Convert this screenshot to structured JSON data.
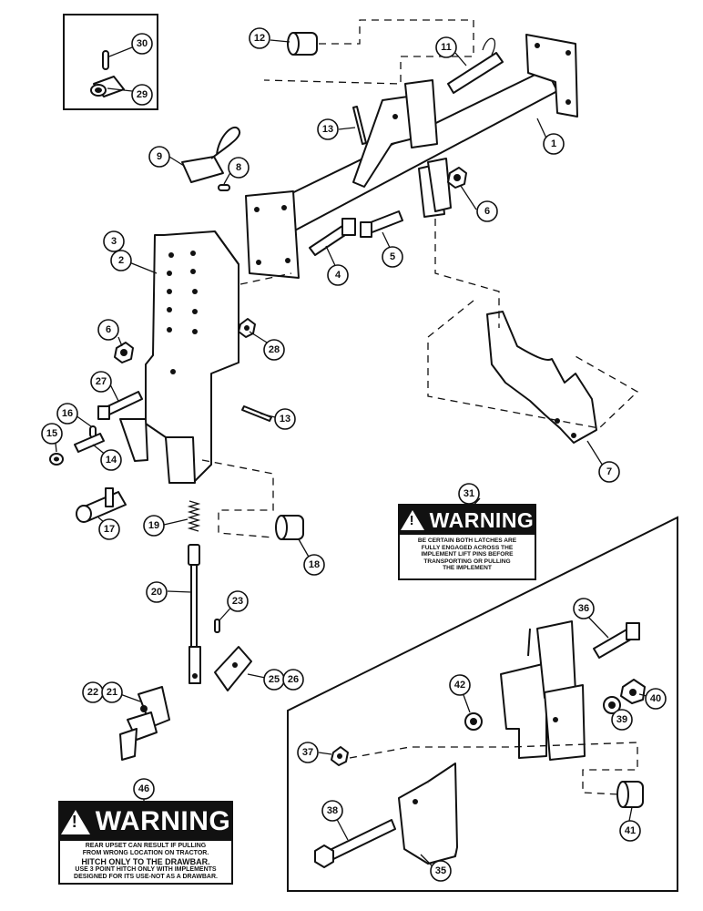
{
  "callouts": [
    {
      "id": "c30",
      "label": "30"
    },
    {
      "id": "c29",
      "label": "29"
    },
    {
      "id": "c12",
      "label": "12"
    },
    {
      "id": "c11",
      "label": "11"
    },
    {
      "id": "c13a",
      "label": "13"
    },
    {
      "id": "c1",
      "label": "1"
    },
    {
      "id": "c9",
      "label": "9"
    },
    {
      "id": "c8",
      "label": "8"
    },
    {
      "id": "c6a",
      "label": "6"
    },
    {
      "id": "c3",
      "label": "3"
    },
    {
      "id": "c2",
      "label": "2"
    },
    {
      "id": "c5",
      "label": "5"
    },
    {
      "id": "c4",
      "label": "4"
    },
    {
      "id": "c6b",
      "label": "6"
    },
    {
      "id": "c28",
      "label": "28"
    },
    {
      "id": "c27",
      "label": "27"
    },
    {
      "id": "c16",
      "label": "16"
    },
    {
      "id": "c15",
      "label": "15"
    },
    {
      "id": "c14",
      "label": "14"
    },
    {
      "id": "c13b",
      "label": "13"
    },
    {
      "id": "c7",
      "label": "7"
    },
    {
      "id": "c31",
      "label": "31"
    },
    {
      "id": "c17",
      "label": "17"
    },
    {
      "id": "c19",
      "label": "19"
    },
    {
      "id": "c18",
      "label": "18"
    },
    {
      "id": "c20",
      "label": "20"
    },
    {
      "id": "c23",
      "label": "23"
    },
    {
      "id": "c36",
      "label": "36"
    },
    {
      "id": "c25",
      "label": "25"
    },
    {
      "id": "c26",
      "label": "26"
    },
    {
      "id": "c22",
      "label": "22"
    },
    {
      "id": "c21",
      "label": "21"
    },
    {
      "id": "c42",
      "label": "42"
    },
    {
      "id": "c40",
      "label": "40"
    },
    {
      "id": "c39",
      "label": "39"
    },
    {
      "id": "c37",
      "label": "37"
    },
    {
      "id": "c46",
      "label": "46"
    },
    {
      "id": "c38",
      "label": "38"
    },
    {
      "id": "c41",
      "label": "41"
    },
    {
      "id": "c35",
      "label": "35"
    }
  ],
  "warning_31": {
    "heading": "WARNING",
    "lines": [
      "BE CERTAIN BOTH LATCHES ARE",
      "FULLY ENGAGED ACROSS THE",
      "IMPLEMENT LIFT PINS BEFORE",
      "TRANSPORTING OR PULLING",
      "THE IMPLEMENT"
    ]
  },
  "warning_46": {
    "heading": "WARNING",
    "lines": [
      "REAR UPSET CAN RESULT IF PULLING",
      "FROM WRONG LOCATION ON TRACTOR.",
      "HITCH ONLY TO THE DRAWBAR.",
      "USE 3 POINT HITCH ONLY WITH IMPLEMENTS",
      "DESIGNED FOR ITS USE-NOT AS A DRAWBAR."
    ]
  }
}
